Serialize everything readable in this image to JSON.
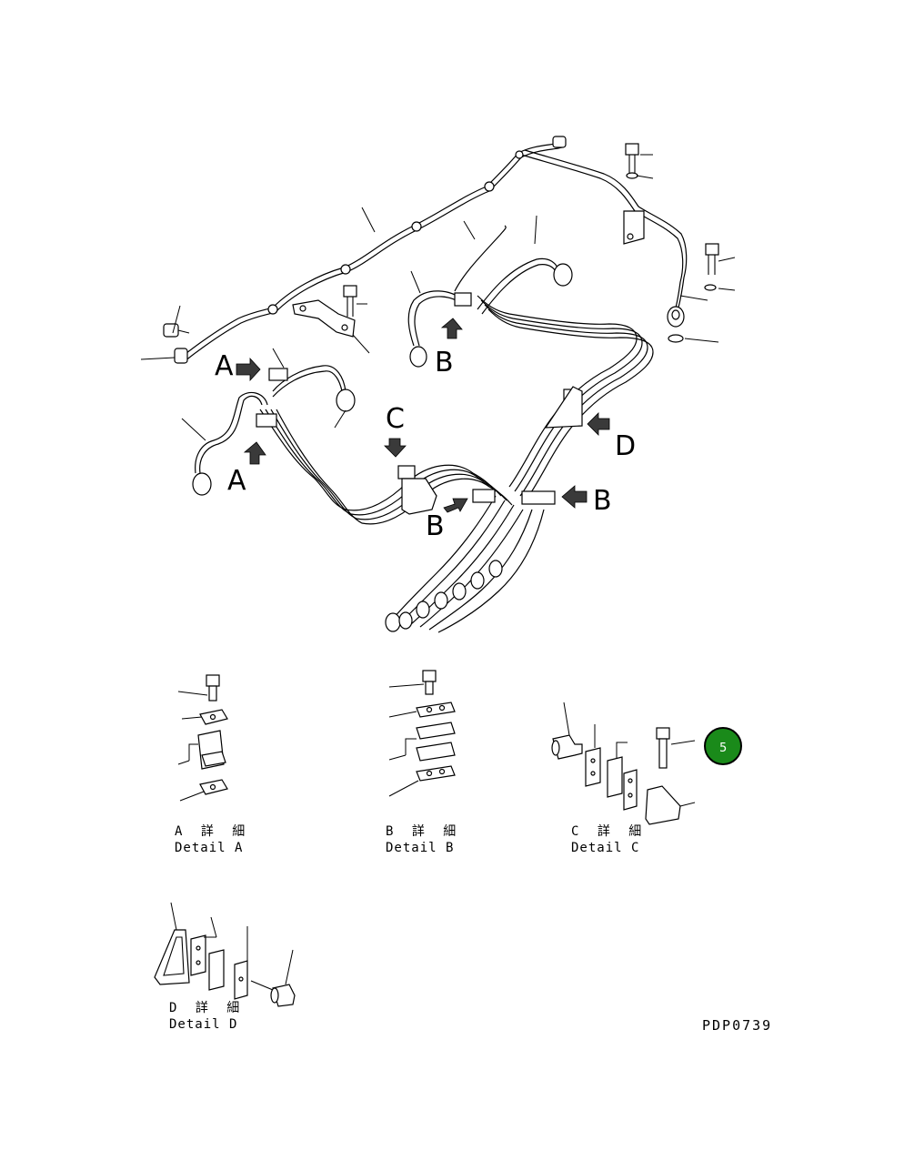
{
  "callouts": {
    "A1": "A",
    "A2": "A",
    "B1": "B",
    "B2": "B",
    "B3": "B",
    "C": "C",
    "D": "D"
  },
  "details": {
    "A": {
      "jp": "A 詳 細",
      "en": "Detail A"
    },
    "B": {
      "jp": "B 詳 細",
      "en": "Detail B"
    },
    "C": {
      "jp": "C 詳 細",
      "en": "Detail C"
    },
    "D": {
      "jp": "D 詳 細",
      "en": "Detail D"
    }
  },
  "badge": {
    "label": "5",
    "color": "#1a8a1a"
  },
  "drawing_code": "PDP0739"
}
